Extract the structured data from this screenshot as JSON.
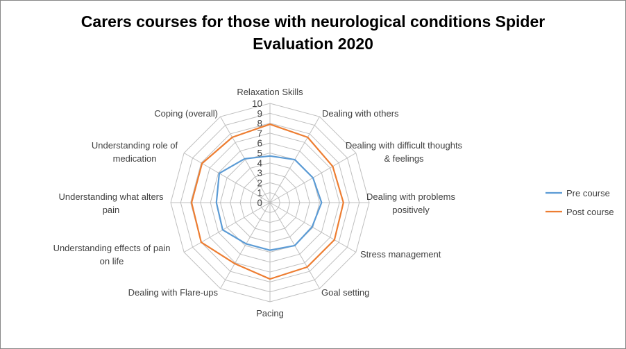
{
  "chart_data": {
    "type": "radar",
    "title": [
      "Carers courses for those with neurological conditions Spider",
      "Evaluation 2020"
    ],
    "categories": [
      [
        "Relaxation Skills"
      ],
      [
        "Dealing with others"
      ],
      [
        "Dealing with difficult thoughts",
        "& feelings"
      ],
      [
        "Dealing with problems",
        "positively"
      ],
      [
        "Stress management"
      ],
      [
        "Goal setting"
      ],
      [
        "Pacing"
      ],
      [
        "Dealing with Flare-ups"
      ],
      [
        "Understanding effects of pain",
        "on life"
      ],
      [
        "Understanding what alters",
        "pain"
      ],
      [
        "Understanding role of",
        "medication"
      ],
      [
        "Coping (overall)"
      ]
    ],
    "series": [
      {
        "name": "Pre course",
        "color": "#5B9BD5",
        "values": [
          4.7,
          5.0,
          5.0,
          5.2,
          4.9,
          5.0,
          4.8,
          4.8,
          5.5,
          5.4,
          5.9,
          5.1
        ]
      },
      {
        "name": "Post course",
        "color": "#ED7D31",
        "values": [
          7.9,
          7.6,
          7.3,
          7.4,
          7.5,
          7.5,
          7.7,
          7.1,
          8.0,
          7.9,
          7.9,
          7.6
        ]
      }
    ],
    "rlim": [
      0,
      10
    ],
    "ticks": [
      "0",
      "1",
      "2",
      "3",
      "4",
      "5",
      "6",
      "7",
      "8",
      "9",
      "10"
    ],
    "grid": true,
    "legend": "right"
  }
}
